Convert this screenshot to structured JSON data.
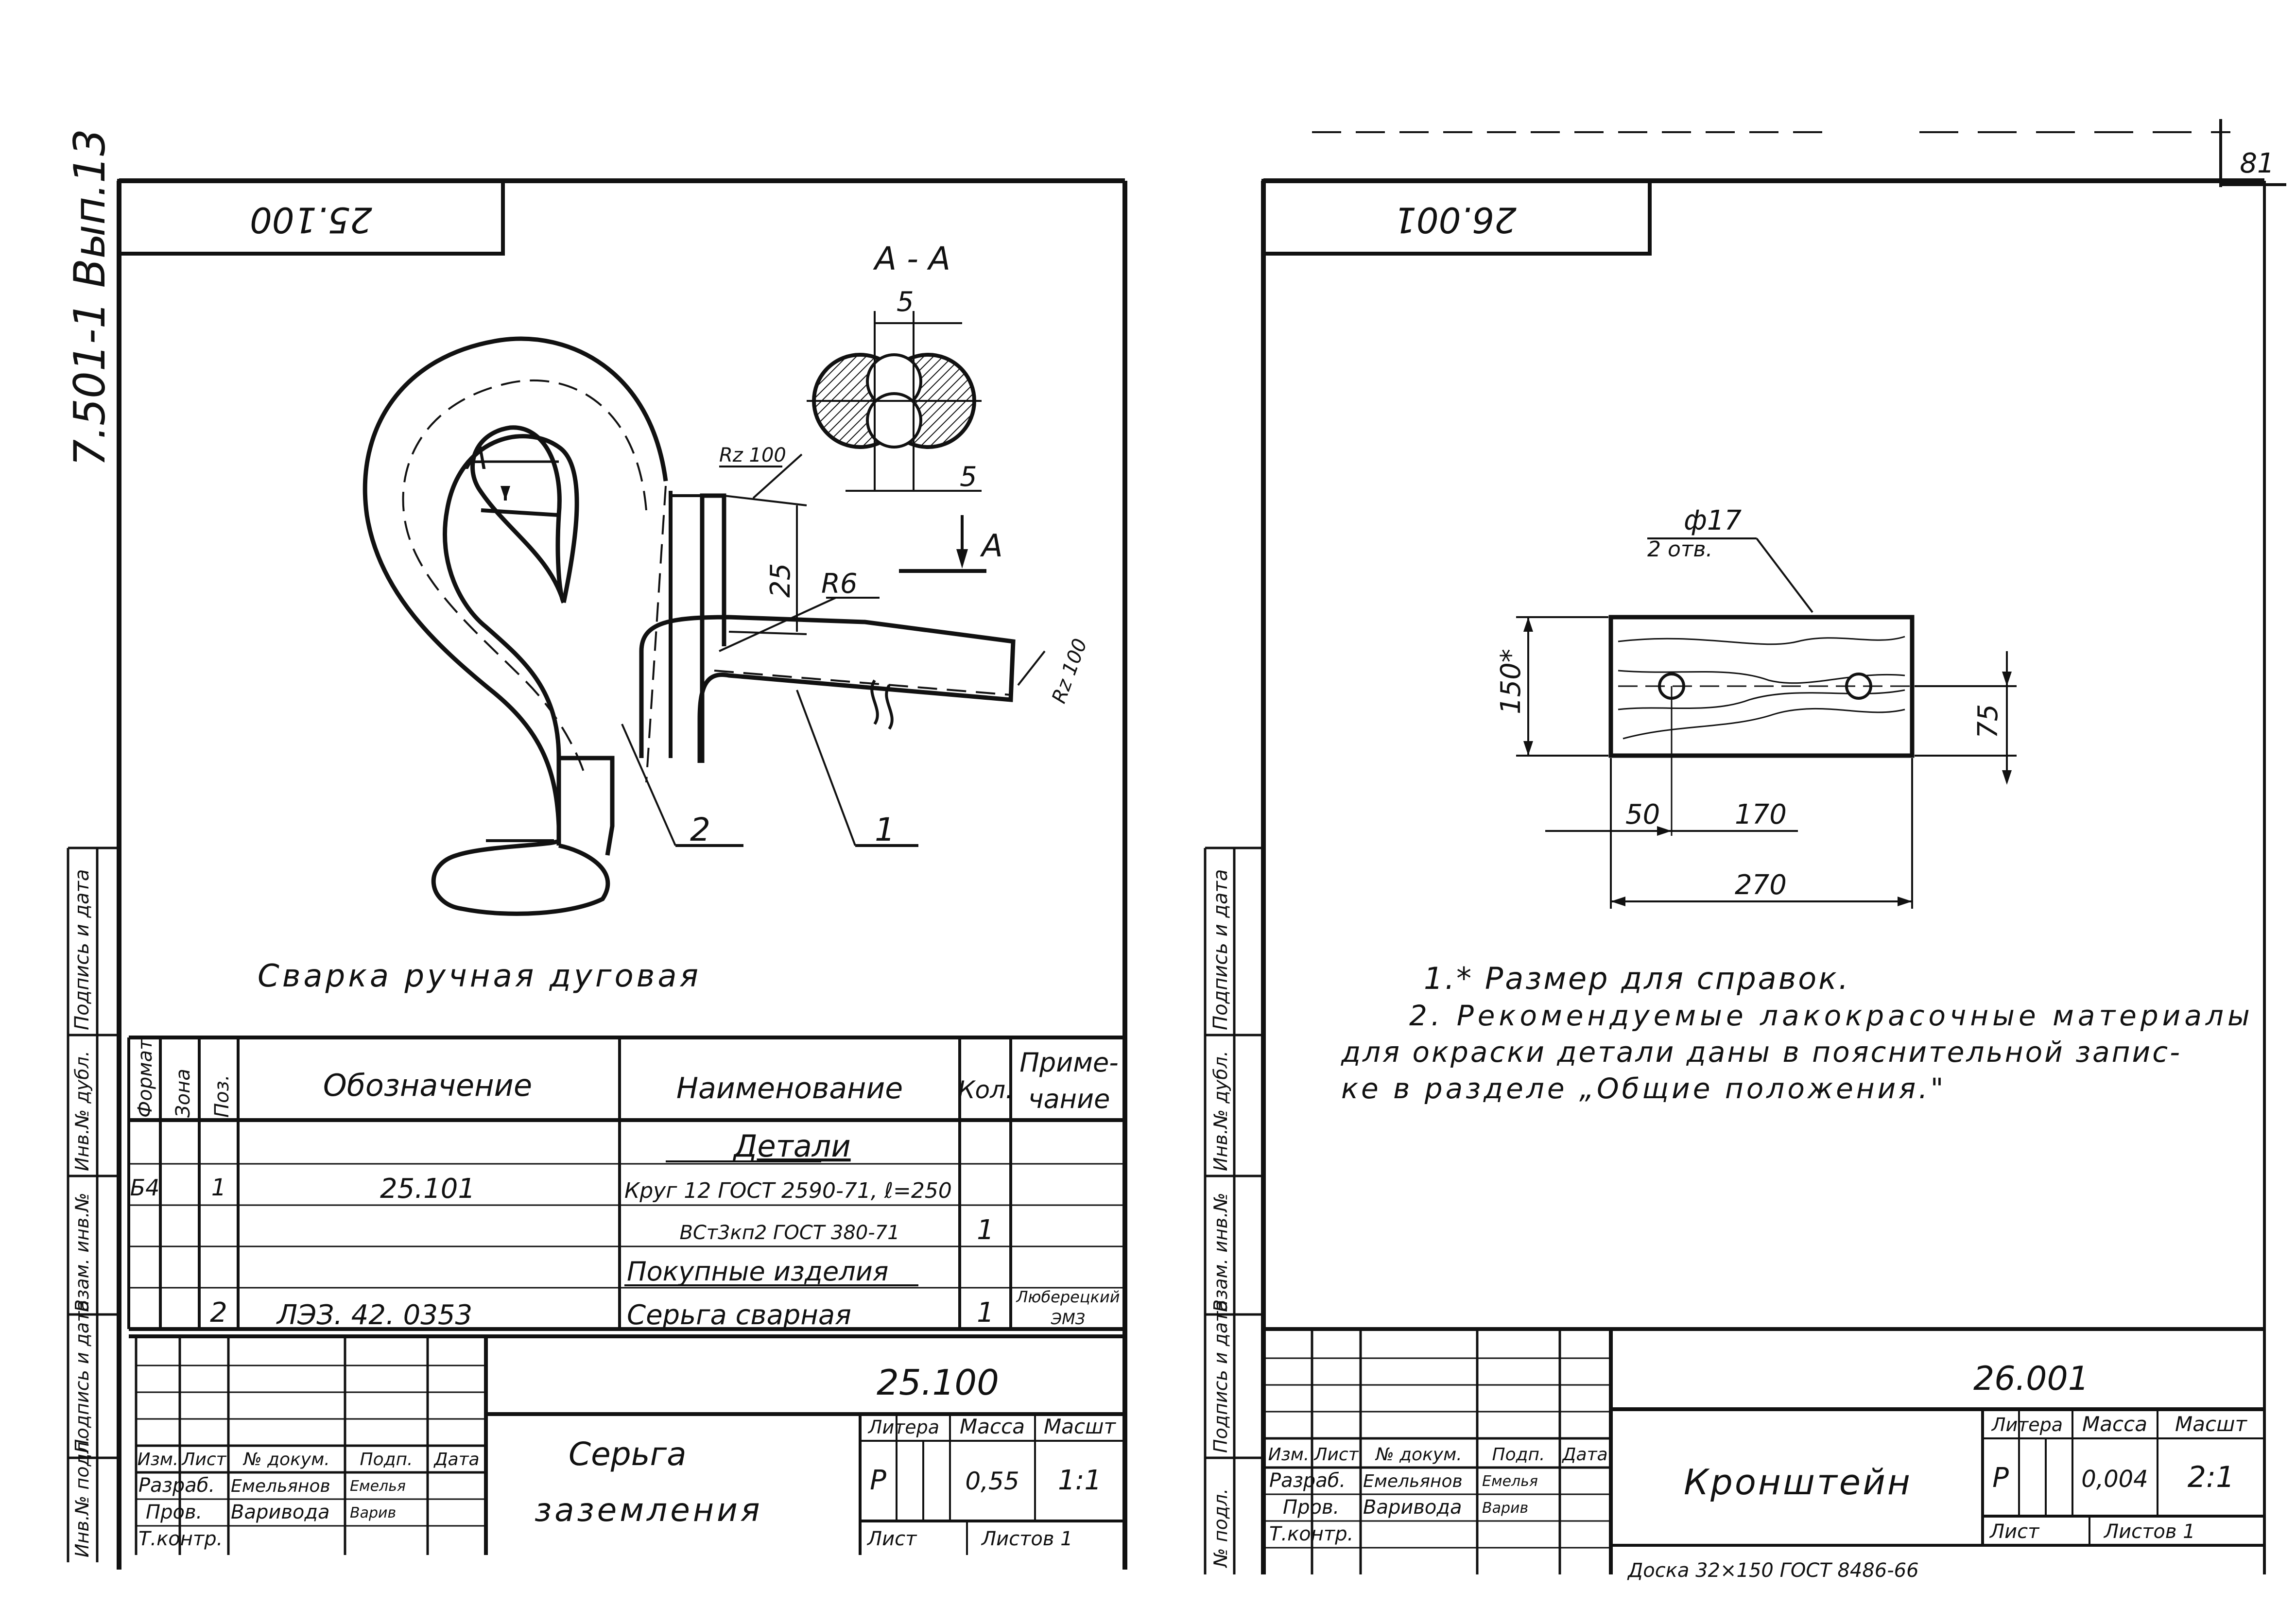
{
  "top_right_label": "81",
  "left_series": "7.501-1 Вып.13",
  "left_sheet": {
    "stamp_code": "25.100",
    "section_label": "А - А",
    "section_marker": "А",
    "dims": {
      "d5_top": "5",
      "d5_bottom": "5",
      "rz100_a": "Rz 100",
      "rz100_b": "Rz 100",
      "d25": "25",
      "r6": "R6"
    },
    "callouts": [
      "2",
      "1"
    ],
    "weld_note": "Сварка ручная дуговая",
    "spec": {
      "headers": {
        "format": "Формат",
        "zone": "Зона",
        "pos": "Поз.",
        "designation": "Обозначение",
        "name": "Наименование",
        "qty": "Кол.",
        "note_a": "Приме-",
        "note_b": "чание"
      },
      "section_details": "Детали",
      "row1": {
        "format": "Б4",
        "pos": "1",
        "designation": "25.101",
        "name_a": "Круг 12 ГОСТ 2590-71, ℓ=250",
        "name_b": "ВСт3кп2 ГОСТ 380-71",
        "qty": "1"
      },
      "section_purchased": "Покупные изделия",
      "row2": {
        "pos": "2",
        "designation": "ЛЭЗ. 42. 0353",
        "name": "Серьга сварная",
        "qty": "1",
        "note_a": "Люберецкий",
        "note_b": "ЭМЗ"
      }
    },
    "title_block": {
      "code": "25.100",
      "name_a": "Серьга",
      "name_b": "заземления",
      "hdr": {
        "izm": "Изм.",
        "list": "Лист",
        "doc": "№ докум.",
        "sign": "Подп.",
        "date": "Дата"
      },
      "razrab": "Разраб.",
      "razrab_name": "Емельянов",
      "razrab_sign": "Емелья",
      "prov": "Пров.",
      "prov_name": "Варивода",
      "prov_sign": "Варив",
      "tkontr": "Т.контр.",
      "litera_h": "Литера",
      "massa_h": "Масса",
      "masshtab_h": "Масшт",
      "litera": "Р",
      "massa": "0,55",
      "masshtab": "1:1",
      "sheet": "Лист",
      "sheets": "Листов 1"
    },
    "side_labels": [
      "Подпись и дата",
      "Взам. инв.№",
      "Инв.№ дубл.",
      "Подпись и дата",
      "Инв.№ подл."
    ]
  },
  "right_sheet": {
    "stamp_code": "26.001",
    "dims": {
      "hole": "ф17",
      "hole_count": "2 отв.",
      "h150": "150*",
      "h75": "75",
      "w50": "50",
      "w170": "170",
      "w270": "270"
    },
    "notes": [
      "1.* Размер для справок.",
      "2. Рекомендуемые лакокрасочные материалы",
      "для окраски детали даны в пояснительной запис-",
      "ке в разделе „Общие положения.\""
    ],
    "title_block": {
      "code": "26.001",
      "name": "Кронштейн",
      "hdr": {
        "izm": "Изм.",
        "list": "Лист",
        "doc": "№ докум.",
        "sign": "Подп.",
        "date": "Дата"
      },
      "razrab": "Разраб.",
      "razrab_name": "Емельянов",
      "razrab_sign": "Емелья",
      "prov": "Пров.",
      "prov_name": "Варивода",
      "prov_sign": "Варив",
      "tkontr": "Т.контр.",
      "litera_h": "Литера",
      "massa_h": "Масса",
      "masshtab_h": "Масшт",
      "litera": "Р",
      "massa": "0,004",
      "masshtab": "2:1",
      "sheet": "Лист",
      "sheets": "Листов 1",
      "material": "Доска 32×150 ГОСТ 8486-66"
    },
    "side_labels": [
      "Подпись и дата",
      "Взам. инв.№",
      "Инв.№ дубл.",
      "Подпись и дата",
      "№ подл."
    ]
  }
}
